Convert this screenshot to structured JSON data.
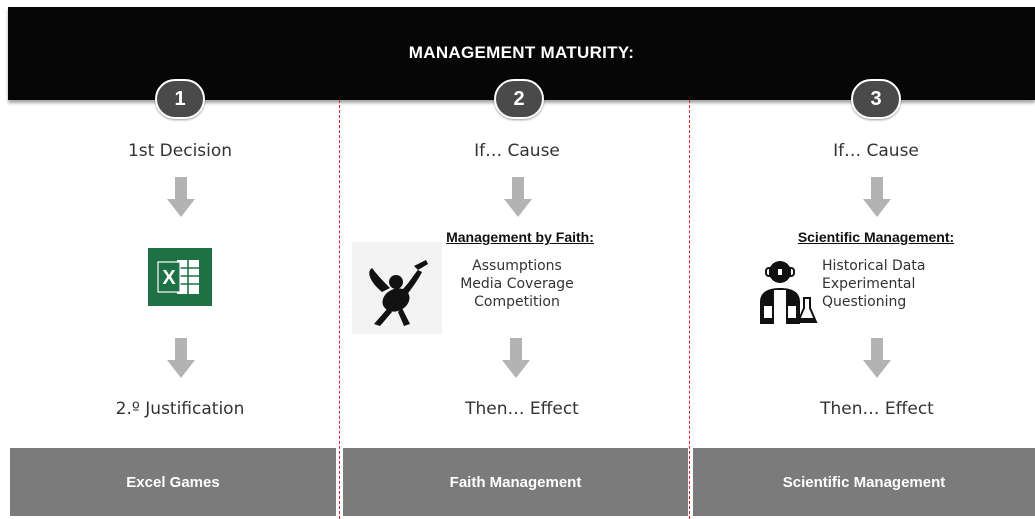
{
  "header": {
    "title": "MANAGEMENT MATURITY:"
  },
  "columns": [
    {
      "number": "1",
      "top_text": "1st Decision",
      "bottom_text": "2.º Justification",
      "footer": "Excel Games"
    },
    {
      "number": "2",
      "top_text": "If… Cause",
      "heading": "Management by Faith:",
      "items": [
        "Assumptions",
        "Media Coverage",
        "Competition"
      ],
      "bottom_text": "Then… Effect",
      "footer": "Faith Management"
    },
    {
      "number": "3",
      "top_text": "If… Cause",
      "heading": "Scientific Management:",
      "items": [
        "Historical Data",
        "Experimental",
        "Questioning"
      ],
      "bottom_text": "Then… Effect",
      "footer": "Scientific Management"
    }
  ],
  "icons": {
    "col1": "excel-logo",
    "col2": "angel-with-trumpet",
    "col3": "scientist-with-flask"
  },
  "colors": {
    "header_bg": "#060606",
    "badge_bg": "#4a4a4a",
    "divider": "#d9242a",
    "footer_bg": "#7b7b7b",
    "arrow": "#b3b3b3",
    "excel_green": "#1e7145"
  }
}
